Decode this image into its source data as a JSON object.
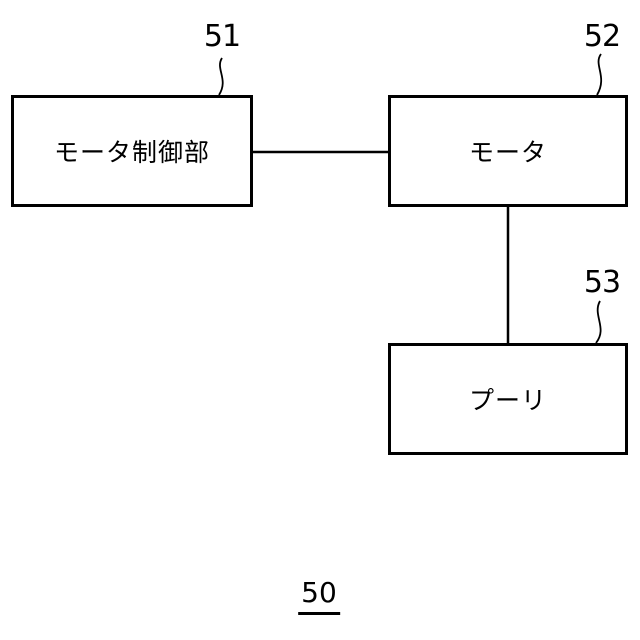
{
  "figure": {
    "figure_number": "50",
    "blocks": [
      {
        "id": "motor-controller",
        "label": "モータ制御部",
        "ref": "51"
      },
      {
        "id": "motor",
        "label": "モータ",
        "ref": "52"
      },
      {
        "id": "pulley",
        "label": "プーリ",
        "ref": "53"
      }
    ],
    "connections": [
      {
        "from": "motor-controller",
        "to": "motor",
        "orientation": "horizontal"
      },
      {
        "from": "motor",
        "to": "pulley",
        "orientation": "vertical"
      }
    ],
    "colors": {
      "line": "#000000",
      "background": "#ffffff",
      "box_fill": "#ffffff"
    }
  }
}
